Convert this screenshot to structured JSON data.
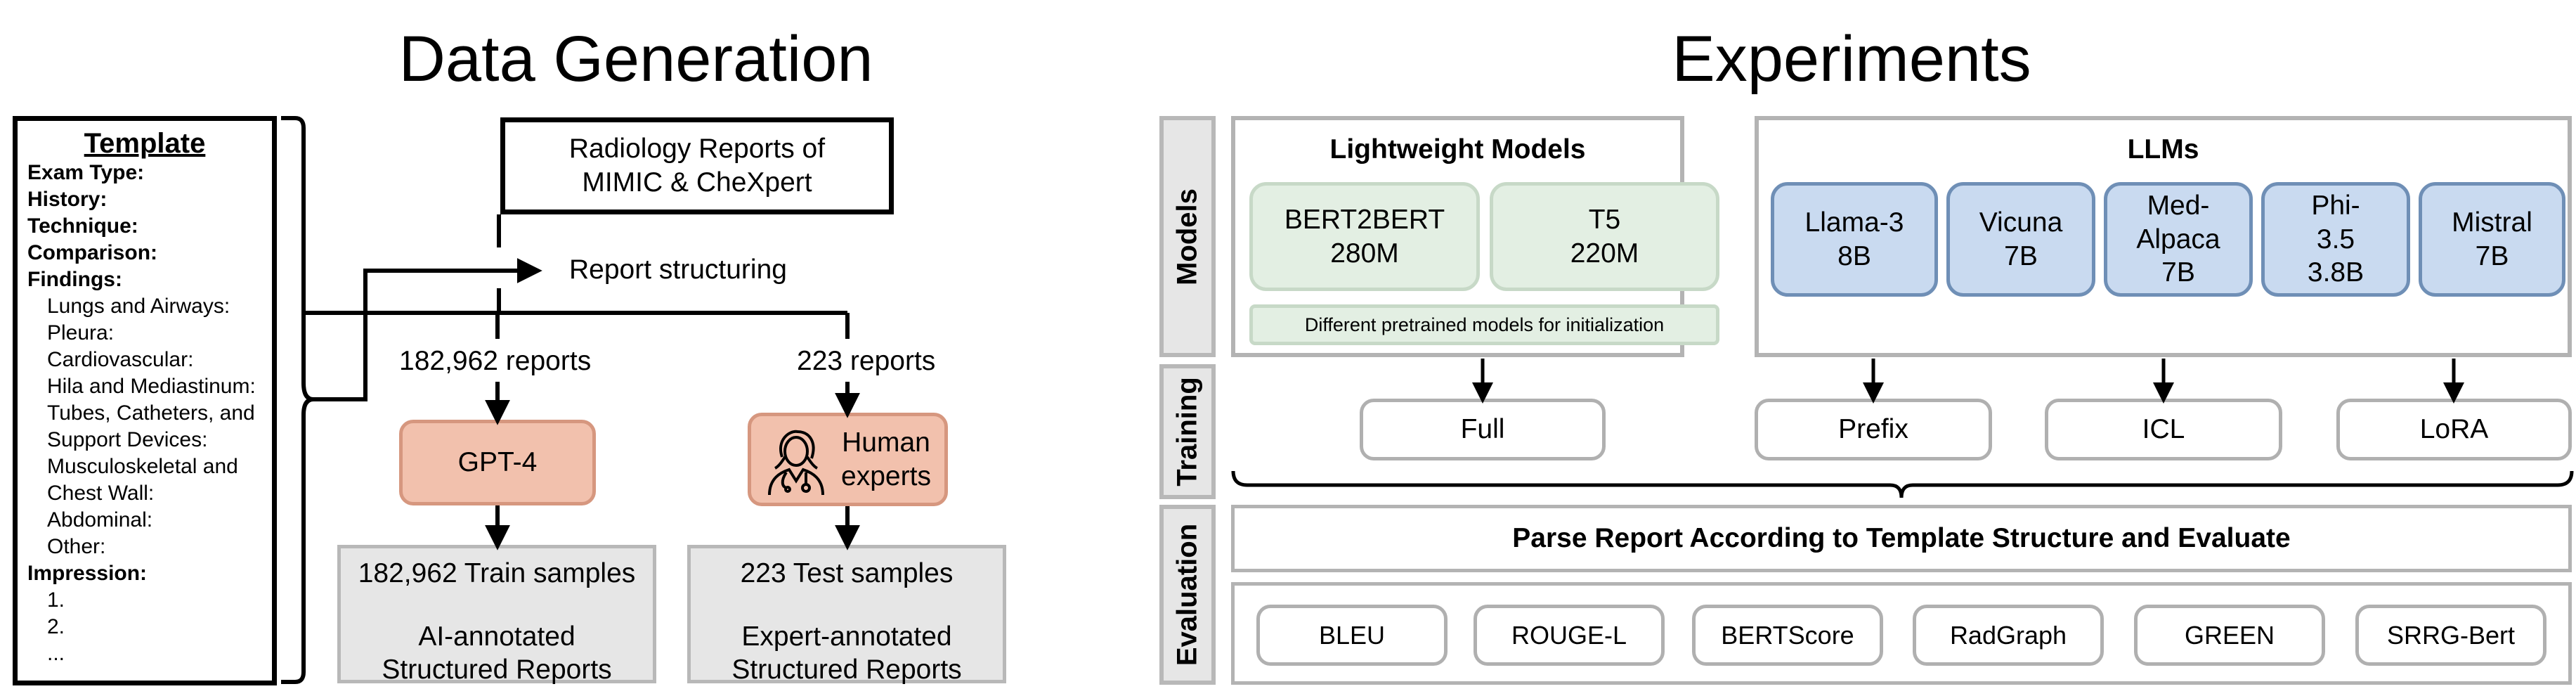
{
  "data_generation": {
    "title": "Data Generation",
    "template": {
      "title": "Template",
      "lines": [
        {
          "text": "Exam Type:",
          "bold": true
        },
        {
          "text": "History:",
          "bold": true
        },
        {
          "text": "Technique:",
          "bold": true
        },
        {
          "text": "Comparison:",
          "bold": true
        },
        {
          "text": "Findings:",
          "bold": true
        },
        {
          "text": "Lungs and Airways:",
          "bold": false
        },
        {
          "text": "Pleura:",
          "bold": false
        },
        {
          "text": "Cardiovascular:",
          "bold": false
        },
        {
          "text": "Hila and Mediastinum:",
          "bold": false
        },
        {
          "text": "Tubes, Catheters, and",
          "bold": false
        },
        {
          "text": "Support Devices:",
          "bold": false
        },
        {
          "text": "Musculoskeletal and",
          "bold": false
        },
        {
          "text": "Chest Wall:",
          "bold": false
        },
        {
          "text": "Abdominal:",
          "bold": false
        },
        {
          "text": "Other:",
          "bold": false
        },
        {
          "text": "Impression:",
          "bold": true
        },
        {
          "text": "1.",
          "bold": false
        },
        {
          "text": "2.",
          "bold": false
        },
        {
          "text": "...",
          "bold": false
        }
      ]
    },
    "source": "Radiology Reports of MIMIC & CheXpert",
    "structuring": "Report structuring",
    "left_count": "182,962 reports",
    "right_count": "223 reports",
    "gpt": "GPT-4",
    "human": "Human experts",
    "train": {
      "line1": "182,962 Train samples",
      "line2": "AI-annotated Structured Reports"
    },
    "test": {
      "line1": "223 Test samples",
      "line2": "Expert-annotated Structured Reports"
    }
  },
  "experiments": {
    "title": "Experiments",
    "labels": {
      "models": "Models",
      "training": "Training",
      "evaluation": "Evaluation"
    },
    "lightweight": {
      "title": "Lightweight Models",
      "models": [
        {
          "name": "BERT2BERT",
          "size": "280M"
        },
        {
          "name": "T5",
          "size": "220M"
        }
      ],
      "note": "Different pretrained models for initialization"
    },
    "llms": {
      "title": "LLMs",
      "models": [
        {
          "name": "Llama-3",
          "size": "8B"
        },
        {
          "name": "Vicuna",
          "size": "7B"
        },
        {
          "name": "Med-Alpaca",
          "size": "7B"
        },
        {
          "name": "Phi-3.5",
          "size": "3.8B"
        },
        {
          "name": "Mistral",
          "size": "7B"
        }
      ]
    },
    "training": [
      "Full",
      "Prefix",
      "ICL",
      "LoRA"
    ],
    "parse": "Parse Report According to Template Structure and Evaluate",
    "metrics": [
      "BLEU",
      "ROUGE-L",
      "BERTScore",
      "RadGraph",
      "GREEN",
      "SRRG-Bert"
    ]
  },
  "colors": {
    "orange_fill": "#f2c1ad",
    "green_fill": "#e3efe3",
    "blue_fill": "#c9daf0",
    "gray_fill": "#e6e6e6"
  }
}
